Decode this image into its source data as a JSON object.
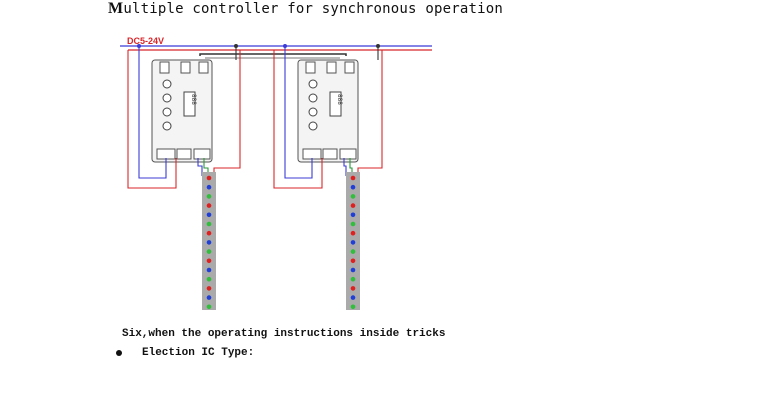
{
  "title": {
    "first_letter": "M",
    "rest": "ultiple controller for synchronous operation"
  },
  "diagram": {
    "voltage_label": "DC5-24V",
    "controller_display": "888",
    "controllers": [
      {
        "name": "controller-1"
      },
      {
        "name": "controller-2"
      }
    ],
    "strip_led_pattern": [
      "red",
      "blue",
      "green",
      "red",
      "blue",
      "green",
      "red",
      "blue",
      "green",
      "red",
      "blue",
      "green",
      "red",
      "blue",
      "green"
    ],
    "colors": {
      "positive_wire": "#d8262b",
      "negative_wire": "#3b3bd6",
      "data_wire": "#2b9a3a",
      "strip_body": "#a9aaa9",
      "controller_body": "#f4f4f4",
      "led_red": "#e0201e",
      "led_blue": "#1f3fd8",
      "led_green": "#2fbf3a"
    }
  },
  "instructions_heading": "Six,when the operating instructions inside tricks",
  "bullet_item": "Election IC Type:"
}
